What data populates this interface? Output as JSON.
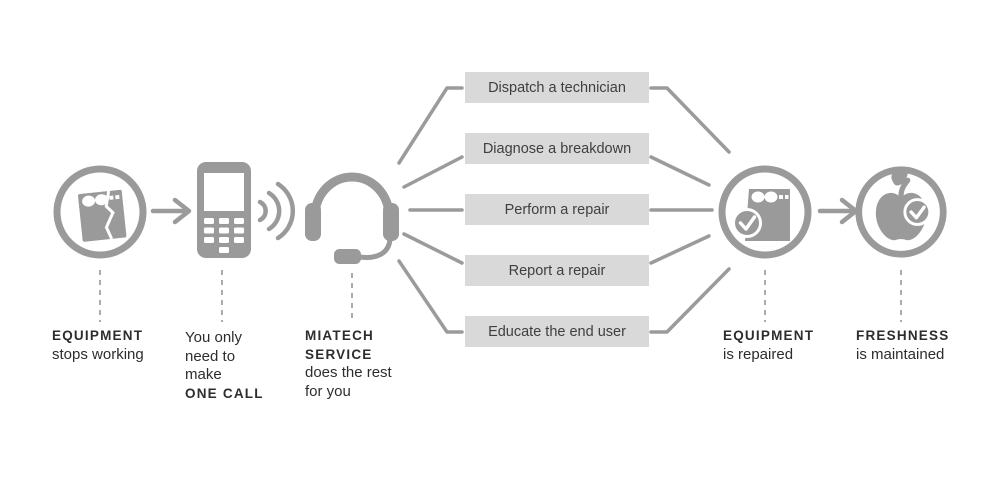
{
  "colors": {
    "background": "#ffffff",
    "icon": "#9a9a9a",
    "line": "#9b9b9b",
    "dash": "#ababab",
    "box_bg": "#d9d9d9",
    "box_text": "#3f3f3f",
    "text": "#2d2d2d"
  },
  "icons": {
    "stage1": "broken-equipment-icon",
    "stage2": "mobile-phone-icon",
    "stage2_waves": "signal-waves-icon",
    "stage3": "headset-icon",
    "stage4": "repaired-equipment-check-icon",
    "stage5": "apple-check-icon",
    "flow": "arrow-right-icon",
    "badge": "checkmark-badge-icon"
  },
  "captions": {
    "equipment_broken": {
      "bold": "EQUIPMENT",
      "rest": "stops working"
    },
    "one_call": {
      "line1": "You only",
      "line2": "need to",
      "line3": "make",
      "bold": "ONE CALL"
    },
    "service": {
      "bold1": "MIATECH",
      "bold2": "SERVICE",
      "line1": "does the rest",
      "line2": "for you"
    },
    "equipment_repaired": {
      "bold": "EQUIPMENT",
      "rest": "is repaired"
    },
    "freshness": {
      "bold": "FRESHNESS",
      "rest": "is maintained"
    }
  },
  "service_steps": {
    "items": [
      "Dispatch a technician",
      "Diagnose a breakdown",
      "Perform a repair",
      "Report a repair",
      "Educate the end user"
    ]
  }
}
